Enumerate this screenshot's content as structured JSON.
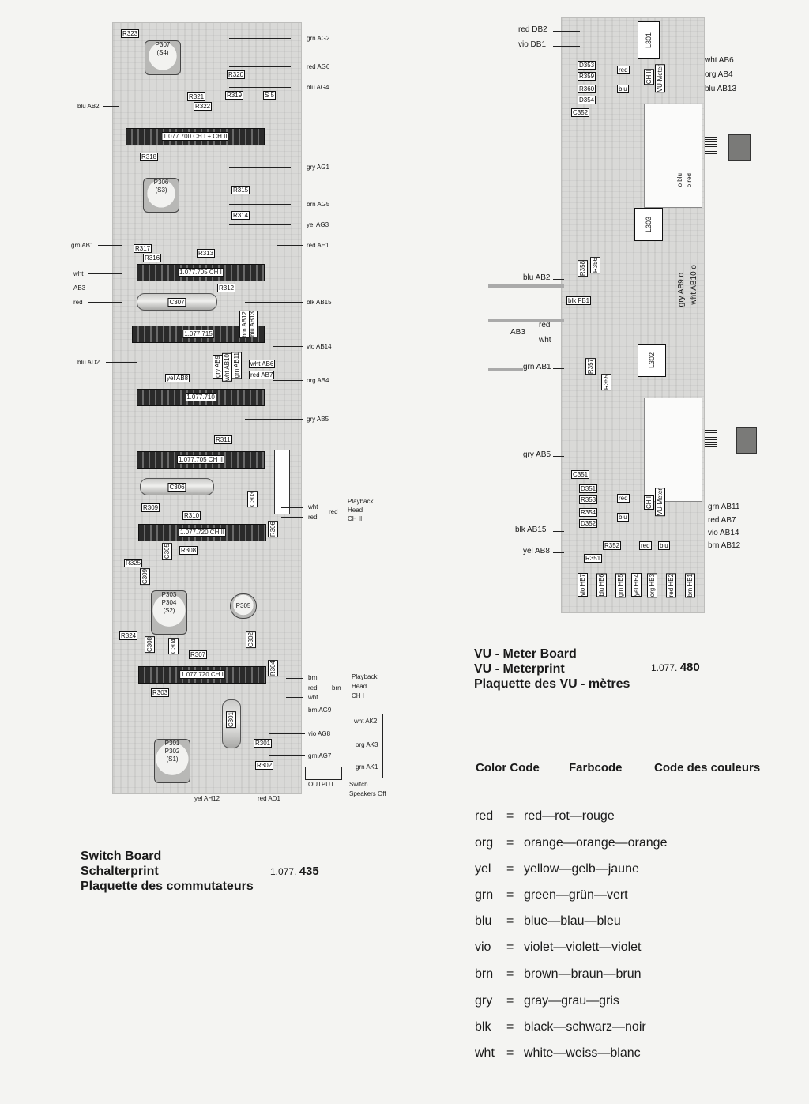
{
  "switch_board": {
    "title_lines": [
      "Switch Board",
      "Schalterprint",
      "Plaquette des commutateurs"
    ],
    "part_prefix": "1.077.",
    "part_suffix": "435",
    "pots": [
      {
        "ref": "P307",
        "sub": "(S4)"
      },
      {
        "ref": "P306",
        "sub": "(S3)"
      },
      {
        "ref": "P303",
        "ref2": "P304",
        "sub": "(S2)"
      },
      {
        "ref": "P301",
        "ref2": "P302",
        "sub": "(S1)"
      },
      {
        "ref": "P305"
      }
    ],
    "connectors": [
      "1.077.700 CH I + CH II",
      "1.077.705 CH I",
      "1.077.715",
      "1.077.710",
      "1.077.705 CH II",
      "1.077.720 CH II",
      "1.077.720 CH I"
    ],
    "caps": [
      "C307",
      "C306",
      "C301"
    ],
    "small_caps": [
      "C303",
      "C305",
      "C309",
      "C308",
      "C304",
      "C302"
    ],
    "resistors": [
      "R323",
      "R320",
      "R319",
      "S 5",
      "R321",
      "R322",
      "R318",
      "R315",
      "R314",
      "R317",
      "R316",
      "R313",
      "R312",
      "R311",
      "R309",
      "R310",
      "R306",
      "R308",
      "R325",
      "R324",
      "R307",
      "R304",
      "R303",
      "R301",
      "R302"
    ],
    "inner_wires": [
      "blu AB13",
      "brn AB12",
      "grn AB11",
      "wht AB10",
      "gry AB9",
      "wht AB6",
      "red AB7",
      "yel AB8"
    ],
    "right_labels": [
      "grn AG2",
      "red AG6",
      "blu AG4",
      "gry AG1",
      "brn AG5",
      "yel AG3",
      "red AE1",
      "blk AB15",
      "vio AB14",
      "org AB4",
      "gry AB5"
    ],
    "left_labels": [
      "blu AB2",
      "grn AB1",
      "wht",
      "AB3",
      "red",
      "blu AD2"
    ],
    "playback_head_ch2": {
      "wires": [
        "wht",
        "red"
      ],
      "mid": "red",
      "label": [
        "Playback",
        "Head",
        "CH II"
      ]
    },
    "playback_head_ch1": {
      "wires": [
        "brn",
        "red",
        "wht"
      ],
      "mid": "brn",
      "label": [
        "Playback",
        "Head",
        "CH I"
      ]
    },
    "output_labels": [
      "brn AG9",
      "vio AG8",
      "grn AG7"
    ],
    "output_title": "OUTPUT",
    "switch_labels": [
      "wht AK2",
      "org AK3",
      "grn AK1"
    ],
    "switch_title": [
      "Switch",
      "Speakers Off"
    ],
    "bottom_labels": [
      "yel AH12",
      "red AD1"
    ]
  },
  "vu_board": {
    "title_lines": [
      "VU - Meter Board",
      "VU - Meterprint",
      "Plaquette des VU - mètres"
    ],
    "part_prefix": "1.077.",
    "part_suffix": "480",
    "top_left_labels": [
      "red DB2",
      "vio DB1"
    ],
    "top_right_labels": [
      "wht AB6",
      "org AB4",
      "blu AB13"
    ],
    "upper_parts": [
      "D353",
      "R359",
      "R360",
      "D354",
      "C352",
      "red",
      "blu",
      "VU-Meter",
      "CH II",
      "L301"
    ],
    "mid_parts": [
      "R356",
      "R358",
      "L303",
      "blk FB1",
      "L302",
      "R357",
      "R355"
    ],
    "mid_vertical": [
      "wht AB10 o",
      "gry AB9 o"
    ],
    "upper_dots": [
      "o red",
      "o blu"
    ],
    "left_labels": [
      "blu AB2",
      "red",
      "AB3",
      "wht",
      "grn AB1",
      "gry AB5",
      "blk AB15",
      "yel AB8"
    ],
    "lower_parts": [
      "C351",
      "D351",
      "R353",
      "R354",
      "D352",
      "red",
      "blu",
      "VU-Meter",
      "CH I",
      "R352",
      "R351",
      "red",
      "blu"
    ],
    "right_labels": [
      "grn AB11",
      "red AB7",
      "vio AB14",
      "brn AB12"
    ],
    "bottom_labels": [
      "vio HB7",
      "blu HB6",
      "grn HB5",
      "yel HB4",
      "org HB3",
      "red HB2",
      "brn HB1"
    ]
  },
  "color_code": {
    "headers": [
      "Color Code",
      "Farbcode",
      "Code des couleurs"
    ],
    "rows": [
      {
        "abbr": "red",
        "names": "red—rot—rouge"
      },
      {
        "abbr": "org",
        "names": "orange—orange—orange"
      },
      {
        "abbr": "yel",
        "names": "yellow—gelb—jaune"
      },
      {
        "abbr": "grn",
        "names": "green—grün—vert"
      },
      {
        "abbr": "blu",
        "names": "blue—blau—bleu"
      },
      {
        "abbr": "vio",
        "names": "violet—violett—violet"
      },
      {
        "abbr": "brn",
        "names": "brown—braun—brun"
      },
      {
        "abbr": "gry",
        "names": "gray—grau—gris"
      },
      {
        "abbr": "blk",
        "names": "black—schwarz—noir"
      },
      {
        "abbr": "wht",
        "names": "white—weiss—blanc"
      }
    ],
    "equals": "="
  }
}
